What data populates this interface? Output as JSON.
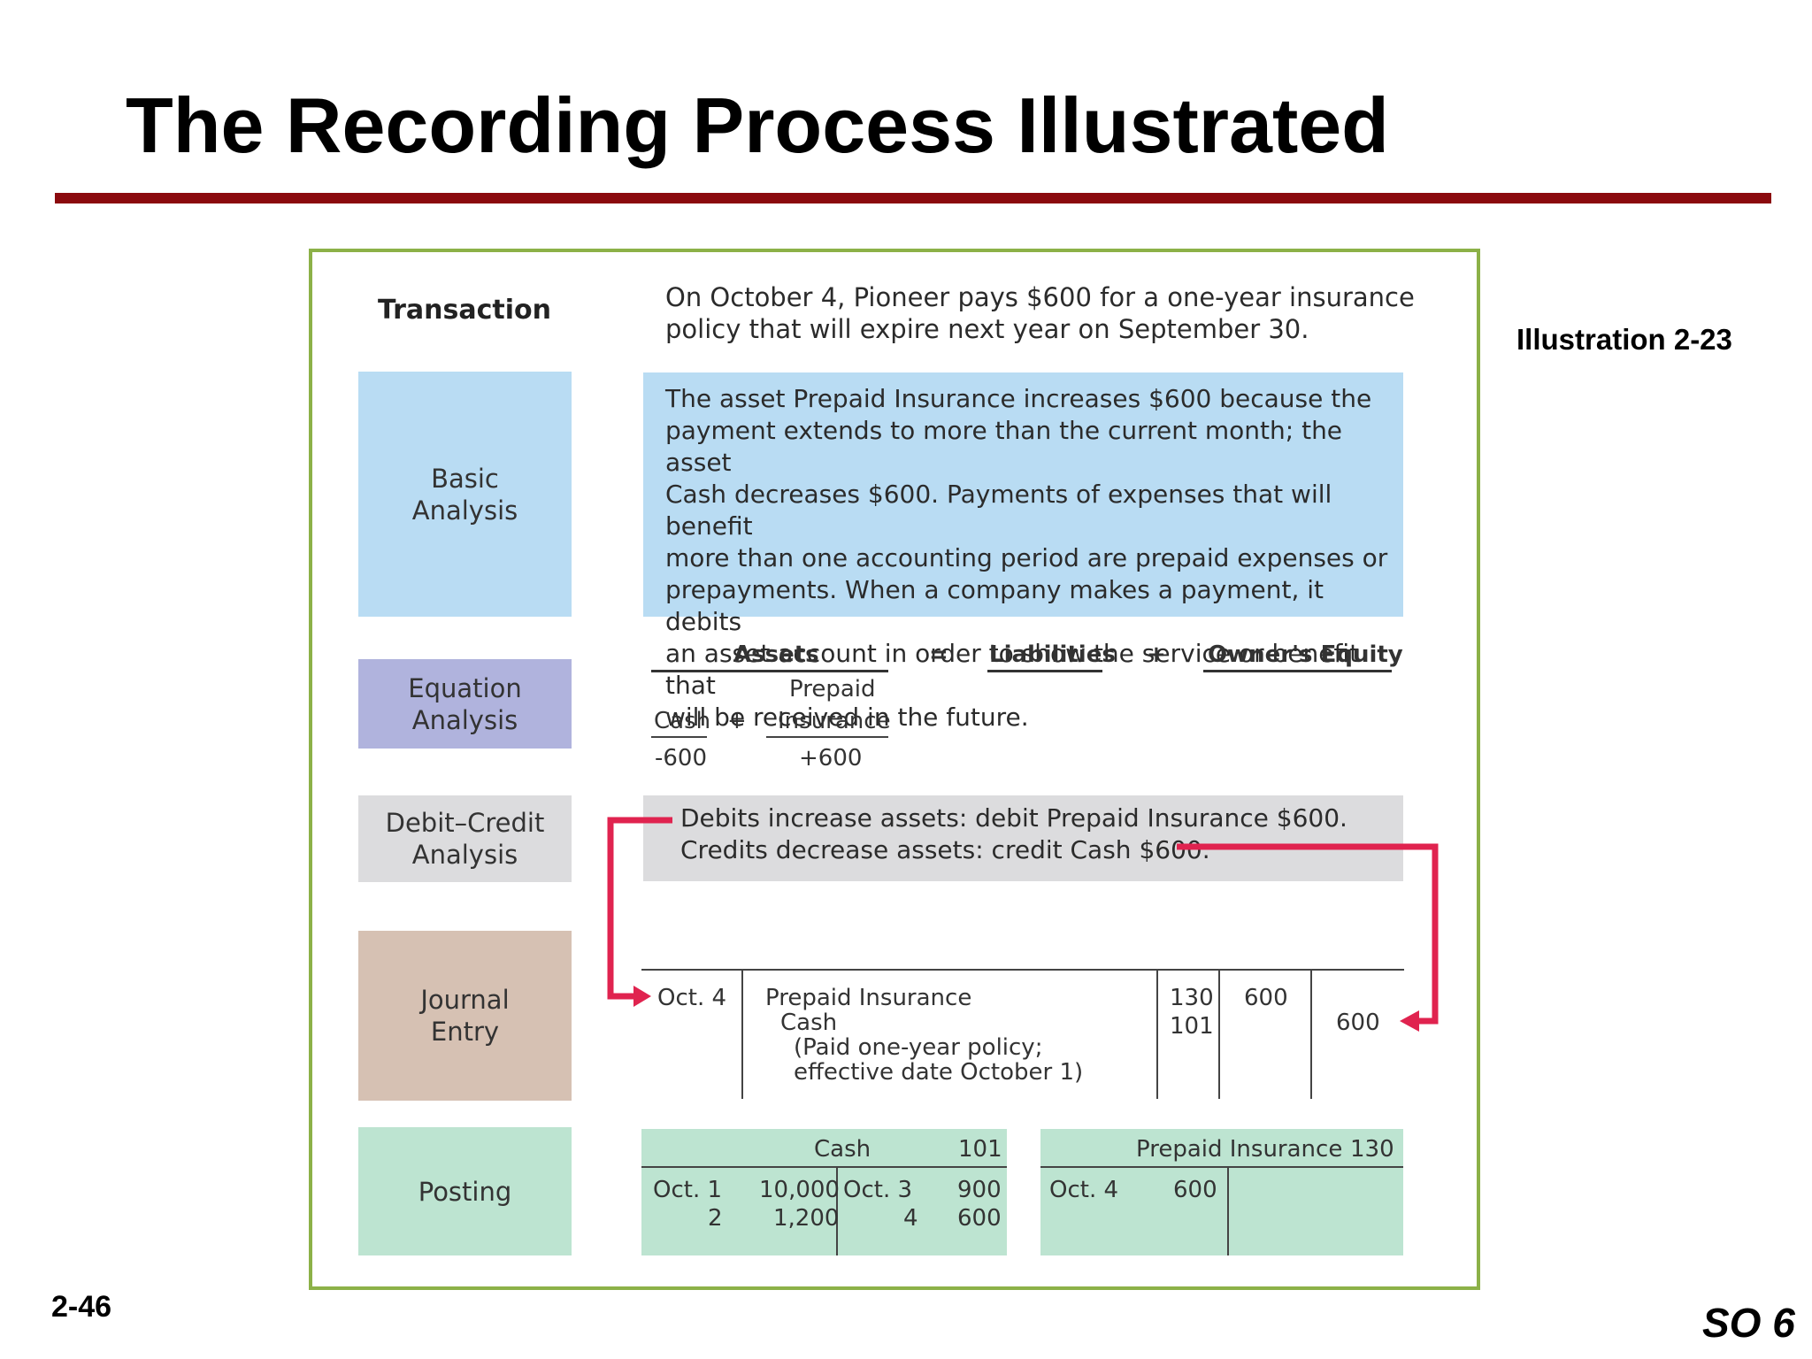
{
  "slide": {
    "title": "The Recording Process Illustrated",
    "illustration": "Illustration 2-23",
    "page_number": "2-46",
    "study_objective": "SO 6"
  },
  "labels": {
    "transaction": "Transaction",
    "basic_1": "Basic",
    "basic_2": "Analysis",
    "equation_1": "Equation",
    "equation_2": "Analysis",
    "debit_1": "Debit–Credit",
    "debit_2": "Analysis",
    "journal_1": "Journal",
    "journal_2": "Entry",
    "posting": "Posting"
  },
  "transaction": {
    "line1": "On October 4, Pioneer pays $600 for a one-year insurance",
    "line2": "policy that will expire next year on September 30."
  },
  "basic_analysis": [
    "The asset Prepaid Insurance increases $600 because the",
    "payment extends to more than the current month; the asset",
    "Cash decreases $600. Payments of expenses that will benefit",
    "more than one accounting period are prepaid expenses or",
    "prepayments. When a company makes a payment, it debits",
    "an asset account in order to show the service or benefit that",
    "will be received in the future."
  ],
  "equation": {
    "assets": "Assets",
    "equals": "=",
    "liabilities": "Liabilities",
    "plus": "+",
    "equity": "Owner's Equity",
    "cash": "Cash",
    "plus2": "+",
    "prepaid_1": "Prepaid",
    "prepaid_2": "Insurance",
    "cash_change": "-600",
    "prepaid_change": "+600"
  },
  "debit_credit": {
    "line1": "Debits increase assets: debit Prepaid Insurance $600.",
    "line2": "Credits decrease assets: credit Cash $600."
  },
  "journal": {
    "date": "Oct. 4",
    "debit_account": "Prepaid Insurance",
    "credit_account": "Cash",
    "memo_1": "(Paid one-year policy;",
    "memo_2": "effective date October 1)",
    "ref_1": "130",
    "ref_2": "101",
    "debit_amount": "600",
    "credit_amount": "600"
  },
  "posting": {
    "cash": {
      "name": "Cash",
      "number": "101",
      "debits": [
        {
          "date": "Oct. 1",
          "amount": "10,000"
        },
        {
          "date": "2",
          "amount": "1,200"
        }
      ],
      "credits": [
        {
          "date": "Oct. 3",
          "amount": "900"
        },
        {
          "date": "4",
          "amount": "600"
        }
      ]
    },
    "prepaid": {
      "name": "Prepaid Insurance",
      "number": "130",
      "debits": [
        {
          "date": "Oct. 4",
          "amount": "600"
        }
      ]
    }
  },
  "colors": {
    "rule": "#8b0a0e",
    "frame": "#8cb148",
    "basic": "#b9dcf3",
    "equation": "#b0b3dd",
    "debit": "#dcdcde",
    "journal": "#d6c1b3",
    "posting": "#bde4d1",
    "arrow": "#e0234f"
  }
}
